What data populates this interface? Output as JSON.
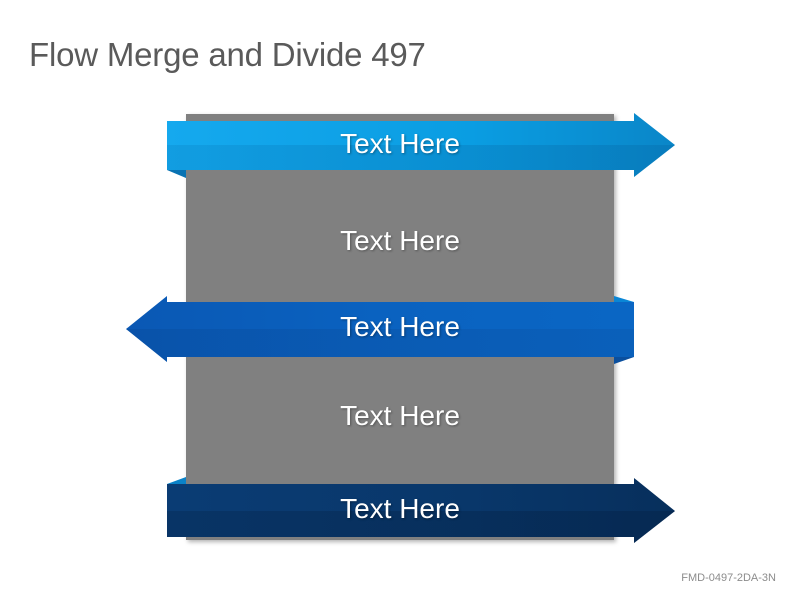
{
  "title": "Flow Merge and Divide 497",
  "panel": {
    "color": "#808080",
    "label_1": "Text Here",
    "label_2": "Text Here"
  },
  "arrows": [
    {
      "label": "Text Here",
      "direction": "right",
      "color": "#0aa2e6"
    },
    {
      "label": "Text Here",
      "direction": "left",
      "color": "#0a64c0"
    },
    {
      "label": "Text Here",
      "direction": "right",
      "color": "#083a70"
    }
  ],
  "footer_code": "FMD-0497-2DA-3N"
}
